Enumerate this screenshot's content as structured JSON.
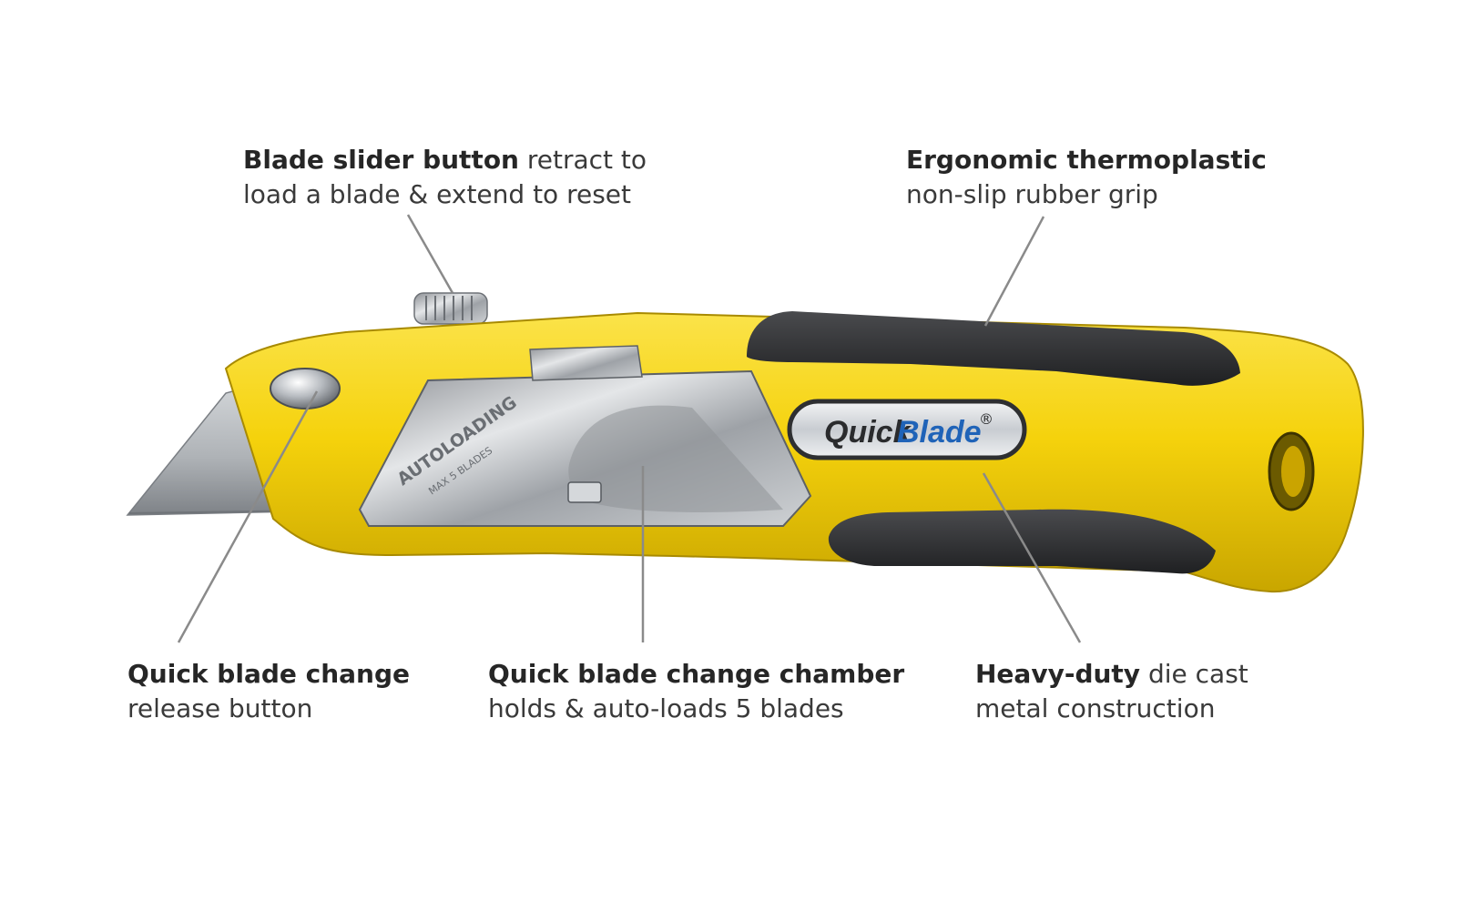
{
  "callouts": {
    "slider": {
      "bold": "Blade slider button",
      "rest": " retract to",
      "line2": "load a blade & extend to reset"
    },
    "grip": {
      "bold": "Ergonomic thermoplastic",
      "line2": "non-slip rubber grip"
    },
    "release": {
      "bold": "Quick blade change",
      "line2": "release button"
    },
    "chamber": {
      "bold": "Quick blade change chamber",
      "line2": "holds & auto-loads 5 blades"
    },
    "metal": {
      "bold": "Heavy-duty",
      "rest": " die cast",
      "line2": "metal construction"
    }
  },
  "product": {
    "brand_left": "Quick",
    "brand_right": "Blade",
    "registered": "®",
    "stamp_line1": "AUTOLOADING",
    "stamp_line2": "MAX 5 BLADES"
  },
  "colors": {
    "body_yellow": "#f5d20c",
    "grip_dark": "#2e2f31",
    "metal_silver": "#b9bcc0",
    "blade_steel": "#c9cdd1",
    "brand_blue": "#1f63b8",
    "leader_line": "#8a8a8a"
  }
}
